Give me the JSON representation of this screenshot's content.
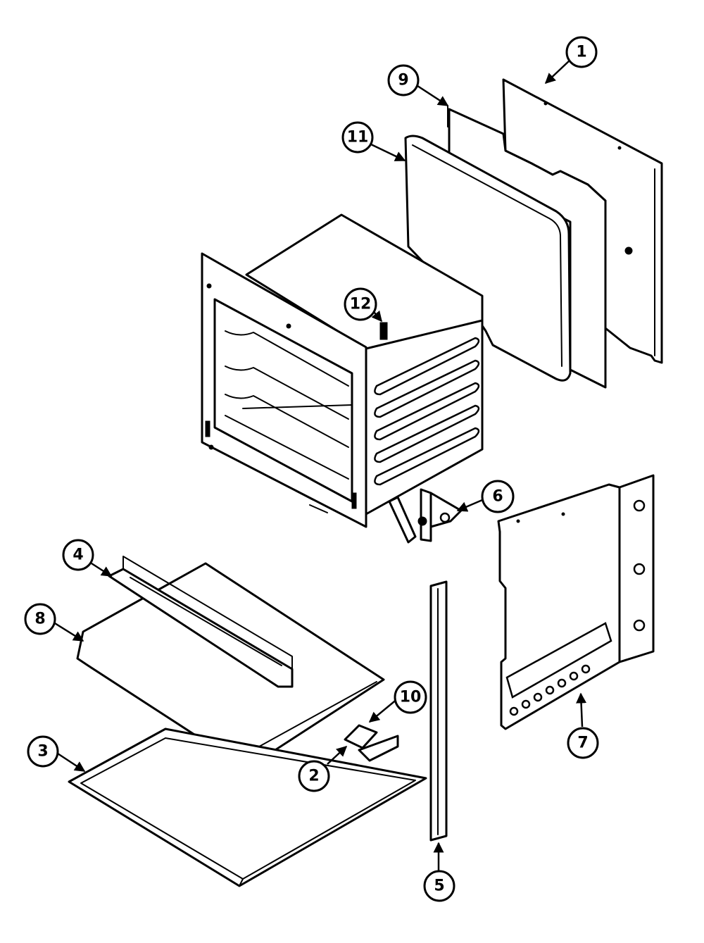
{
  "callouts": [
    {
      "label": "1"
    },
    {
      "label": "9"
    },
    {
      "label": "11"
    },
    {
      "label": "12"
    },
    {
      "label": "6"
    },
    {
      "label": "4"
    },
    {
      "label": "8"
    },
    {
      "label": "10"
    },
    {
      "label": "3"
    },
    {
      "label": "2"
    },
    {
      "label": "7"
    },
    {
      "label": "5"
    }
  ]
}
